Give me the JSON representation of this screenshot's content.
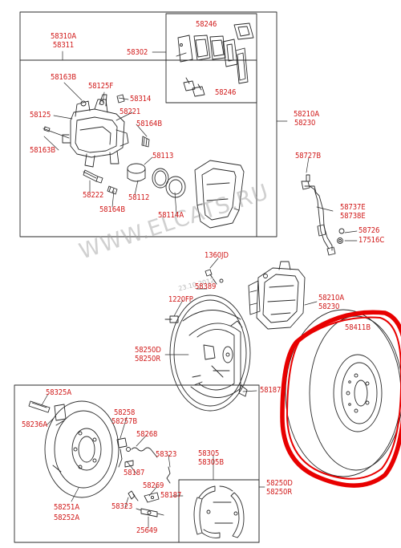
{
  "watermark": "WWW.ELCATS.RU",
  "date_stamp": "23.10.2012",
  "labels": {
    "l_58310A": "58310A",
    "l_58311": "58311",
    "l_58246_top": "58246",
    "l_58302": "58302",
    "l_58246_bot": "58246",
    "l_58163B_a": "58163B",
    "l_58125F": "58125F",
    "l_58314": "58314",
    "l_58221": "58221",
    "l_58125": "58125",
    "l_58164B_a": "58164B",
    "l_58163B_b": "58163B",
    "l_58113": "58113",
    "l_58222": "58222",
    "l_58112": "58112",
    "l_58164B_b": "58164B",
    "l_58114A": "58114A",
    "l_58210A_top": "58210A",
    "l_58230_top": "58230",
    "l_58727B": "58727B",
    "l_58737E": "58737E",
    "l_58738E": "58738E",
    "l_58726": "58726",
    "l_17516C": "17516C",
    "l_1360JD": "1360JD",
    "l_58389": "58389",
    "l_1220FP": "1220FP",
    "l_58210A_mid": "58210A",
    "l_58230_mid": "58230",
    "l_58411B": "58411B",
    "l_58250D_a": "58250D",
    "l_58250R_a": "58250R",
    "l_58187_a": "58187",
    "l_58325A": "58325A",
    "l_58236A": "58236A",
    "l_58258": "58258",
    "l_58257B": "58257B",
    "l_58268": "58268",
    "l_58323_a": "58323",
    "l_58305": "58305",
    "l_58305B": "58305B",
    "l_58187_b": "58187",
    "l_58269": "58269",
    "l_58187_c": "58187",
    "l_58323_b": "58323",
    "l_58251A": "58251A",
    "l_58252A": "58252A",
    "l_58250D_b": "58250D",
    "l_58250R_b": "58250R",
    "l_25649": "25649"
  },
  "colors": {
    "label": "#d01818",
    "line": "#2a2a2a",
    "highlight": "#e80000",
    "background": "#ffffff"
  }
}
